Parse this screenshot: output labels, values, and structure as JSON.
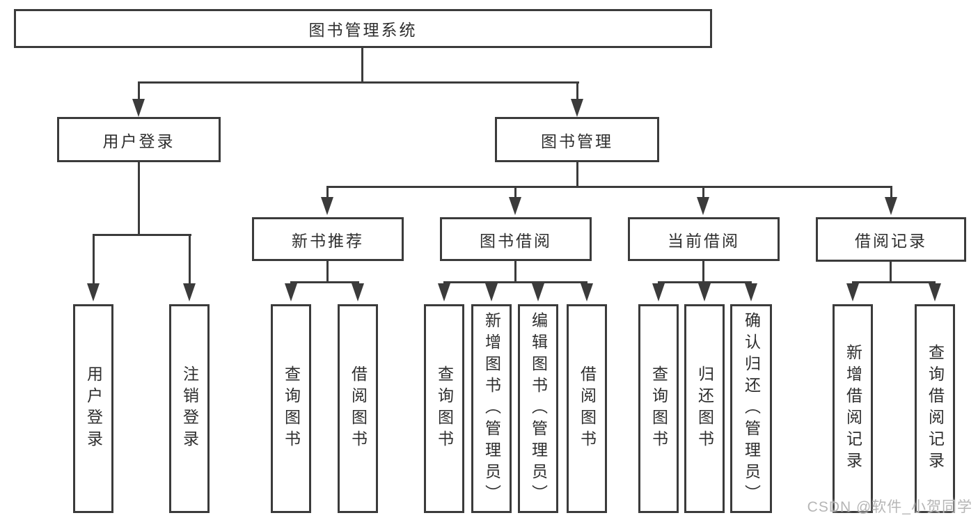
{
  "tree": {
    "root": "图书管理系统",
    "children": [
      {
        "label": "用户登录",
        "children": [
          "用户登录",
          "注销登录"
        ]
      },
      {
        "label": "图书管理",
        "children": [
          {
            "label": "新书推荐",
            "children": [
              "查询图书",
              "借阅图书"
            ]
          },
          {
            "label": "图书借阅",
            "children": [
              "查询图书",
              "新增图书（管理员）",
              "编辑图书（管理员）",
              "借阅图书"
            ]
          },
          {
            "label": "当前借阅",
            "children": [
              "查询图书",
              "归还图书",
              "确认归还（管理员）"
            ]
          },
          {
            "label": "借阅记录",
            "children": [
              "新增借阅记录",
              "查询借阅记录"
            ]
          }
        ]
      }
    ]
  },
  "watermark": {
    "text": "CSDN @软件_小贺同学"
  },
  "colors": {
    "line": "#3b3b3b",
    "text": "#2e2e2e",
    "watermark": "#b6b6b6",
    "background": "#ffffff"
  }
}
